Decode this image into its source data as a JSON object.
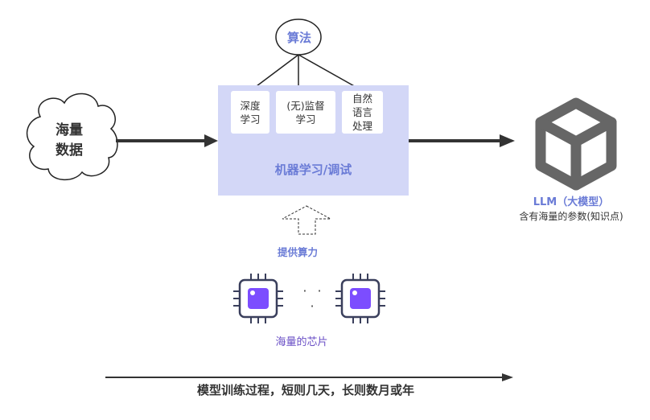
{
  "data_source": {
    "label": "海量\n数据",
    "line1": "海量",
    "line2": "数据",
    "shape": "cloud"
  },
  "algorithm": {
    "label": "算法",
    "shape": "ellipse"
  },
  "machine_learning": {
    "title": "机器学习/调试",
    "fill_color": "#d3d7f7",
    "title_color": "#6a7bd6",
    "sub_items": [
      {
        "line1": "深度",
        "line2": "学习",
        "line3": ""
      },
      {
        "line1": "(无)监督",
        "line2": "学习",
        "line3": ""
      },
      {
        "line1": "自然",
        "line2": "语言",
        "line3": "处理"
      }
    ]
  },
  "compute": {
    "label": "提供算力",
    "arrow_style": "dashed-up-arrow"
  },
  "chips": {
    "label": "海量的芯片",
    "ellipsis": "· · ·",
    "icon": "cpu-chip-icon",
    "chip_color": "#7c4dff",
    "outline_color": "#3a3f5c"
  },
  "llm": {
    "title": "LLM（大模型）",
    "subtitle": "含有海量的参数(知识点)",
    "icon": "cube-icon",
    "icon_color": "#666666"
  },
  "timeline": {
    "label": "模型训练过程，短则几天，长则数月或年"
  }
}
